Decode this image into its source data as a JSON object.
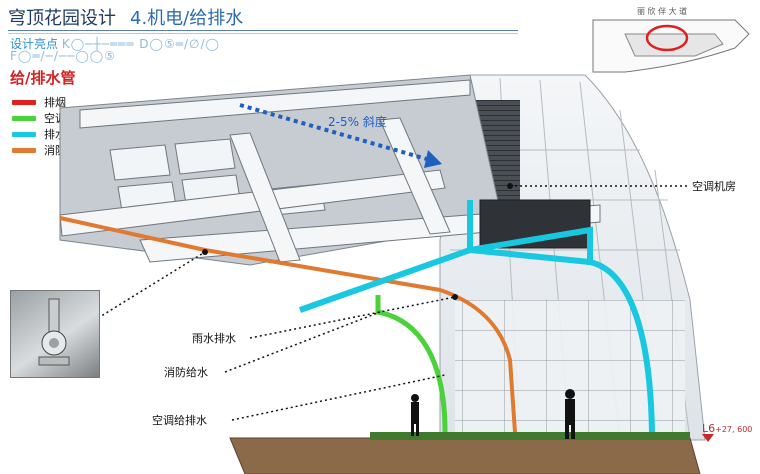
{
  "header": {
    "title": "穹顶花园设计",
    "section": "4.机电/给排水",
    "subtitle_label": "设计亮点",
    "subtitle_code_1": "K◯─┼─═══  D◯⑤═/∅/◯",
    "subtitle_code_2": "F◯═/─/──◯◯⑤"
  },
  "section_title": "给/排水管",
  "legend": [
    {
      "label": "排烟",
      "color": "#e02020"
    },
    {
      "label": "空调",
      "color": "#49d23a"
    },
    {
      "label": "排水",
      "color": "#18c8e0"
    },
    {
      "label": "消防",
      "color": "#e07a30"
    }
  ],
  "mini_map": {
    "label": "丽 欣 伴 大 道"
  },
  "slope_label": "2-5% 斜度",
  "callouts": {
    "ac_room": "空调机房",
    "rain_drain": "雨水排水",
    "fire_supply": "消防给水",
    "ac_supply_drain": "空调给排水"
  },
  "level": {
    "code": "L6",
    "elevation": "+27, 600"
  }
}
